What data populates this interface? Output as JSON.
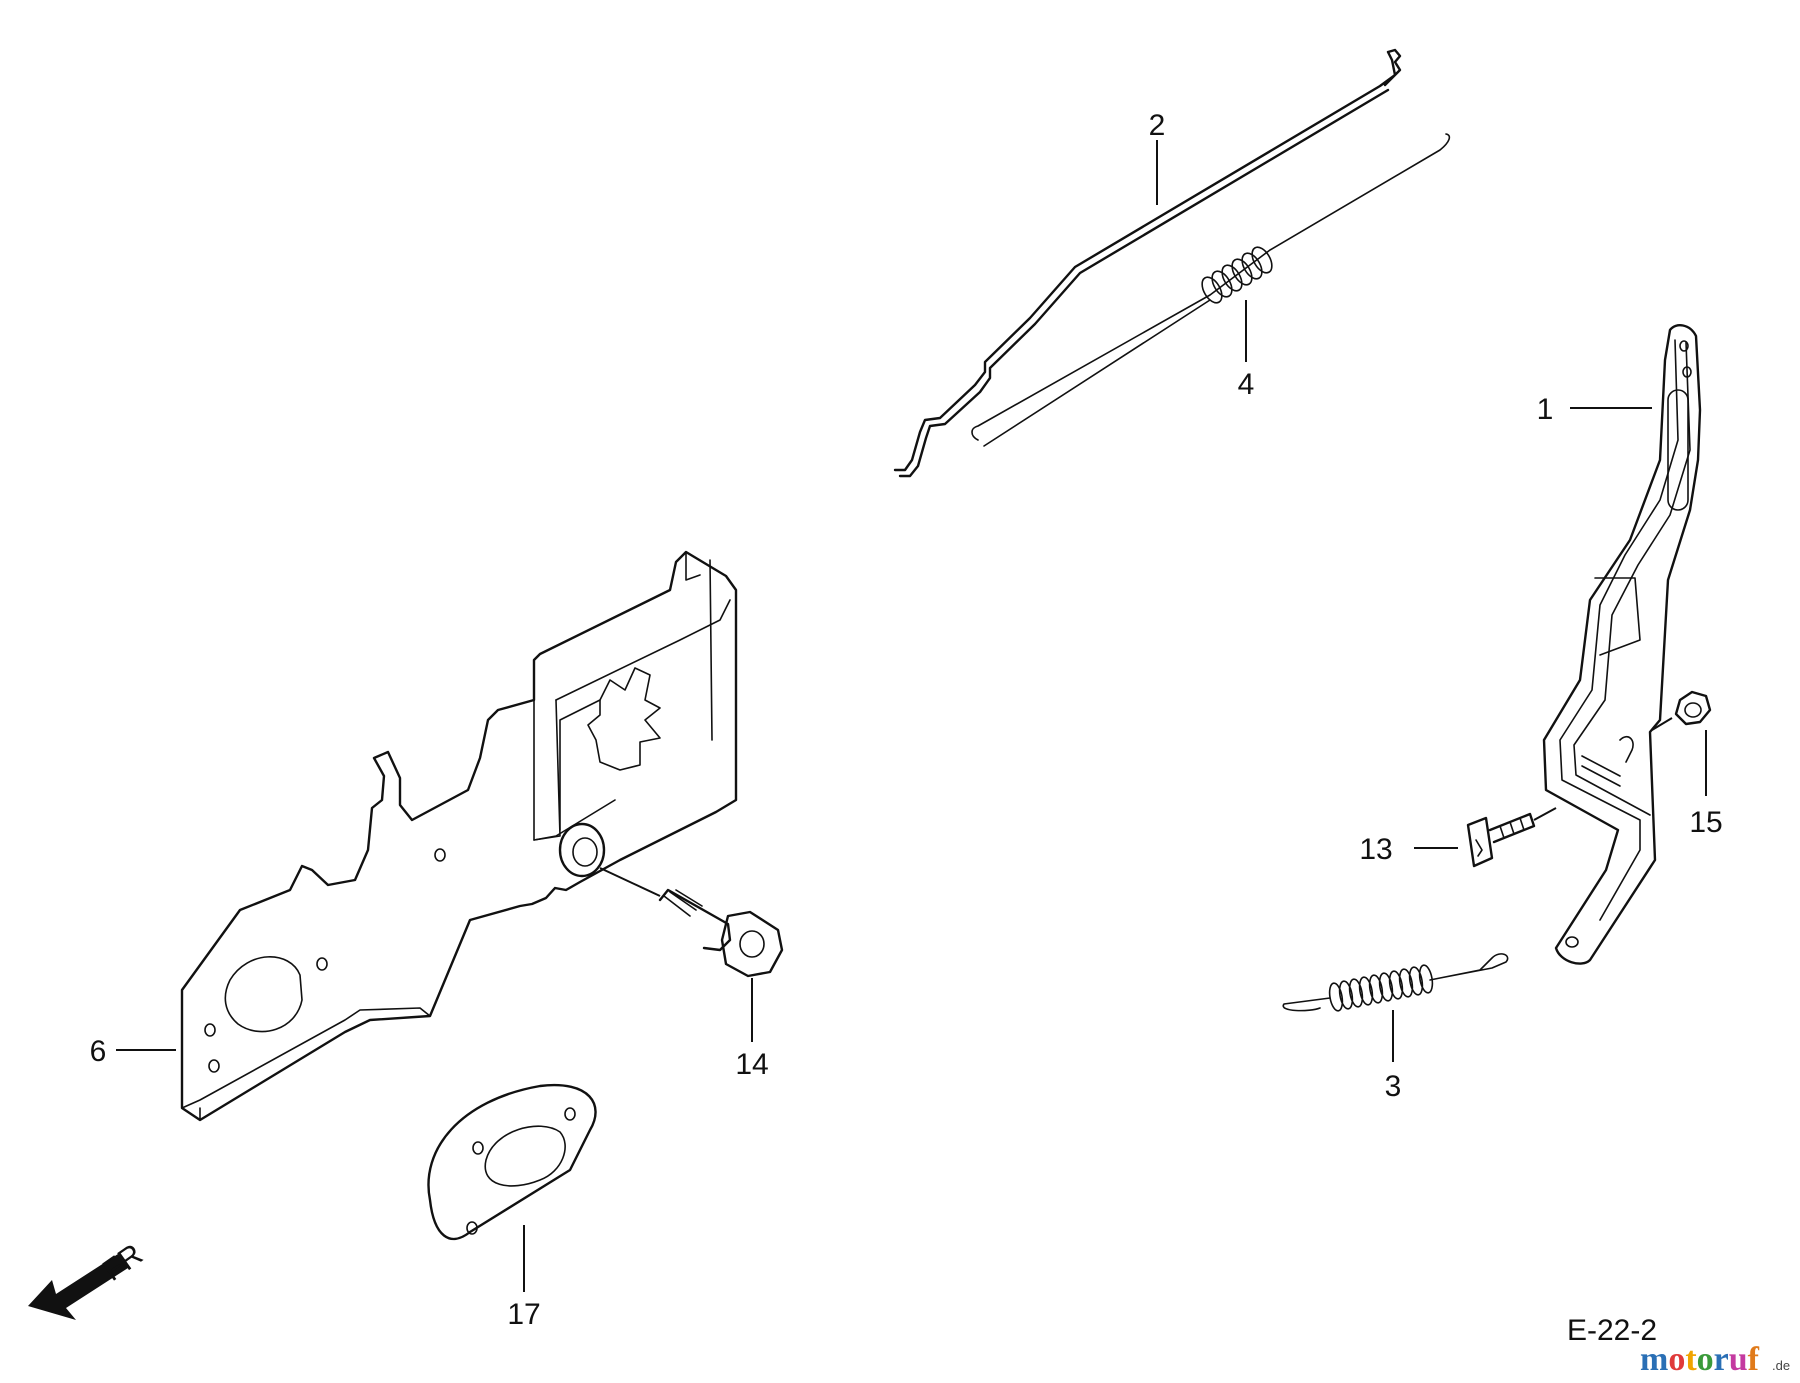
{
  "diagram_code": "E-22-2",
  "direction_label": "FR",
  "callouts": [
    {
      "id": "1",
      "text": "1"
    },
    {
      "id": "2",
      "text": "2"
    },
    {
      "id": "3",
      "text": "3"
    },
    {
      "id": "4",
      "text": "4"
    },
    {
      "id": "6",
      "text": "6"
    },
    {
      "id": "13",
      "text": "13"
    },
    {
      "id": "14",
      "text": "14"
    },
    {
      "id": "15",
      "text": "15"
    },
    {
      "id": "17",
      "text": "17"
    }
  ],
  "watermark": {
    "text": "motoruf",
    "suffix": ".de",
    "letter_colors": [
      "#2a6fb5",
      "#e03a3a",
      "#f0a400",
      "#3a9a3a",
      "#2a6fb5",
      "#c43aa0",
      "#e07a1a"
    ]
  }
}
